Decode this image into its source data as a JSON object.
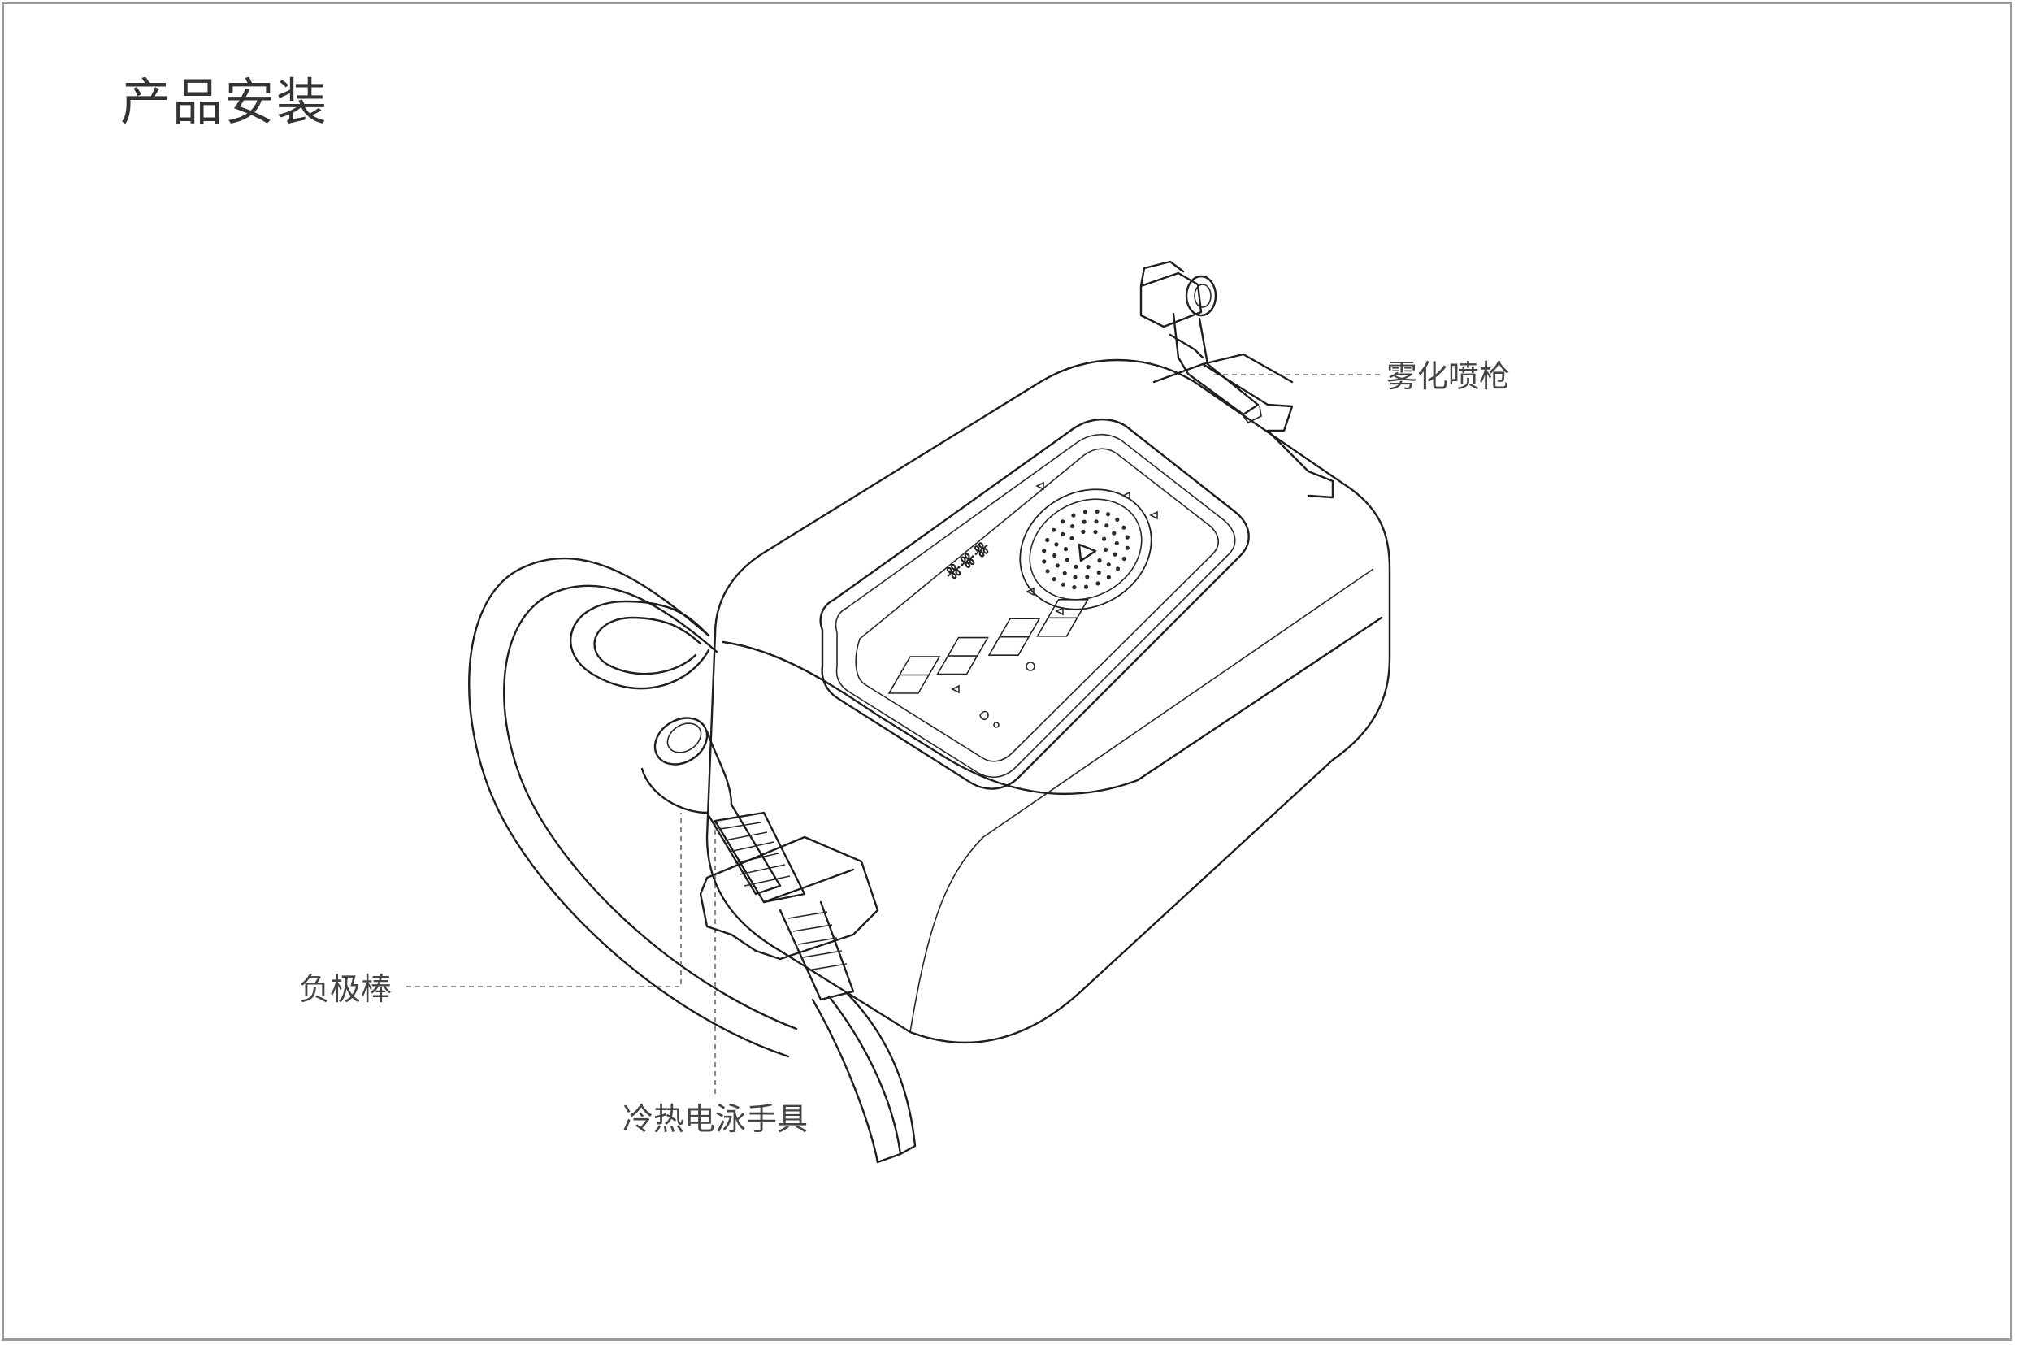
{
  "page": {
    "title": "产品安装"
  },
  "callouts": {
    "spray_gun": "雾化喷枪",
    "negative_rod": "负极棒",
    "hot_cold_handpiece": "冷热电泳手具"
  },
  "device_panel": {
    "brand": "ꗥꗥꗥ"
  },
  "colors": {
    "line": "#1e1e1e",
    "leader": "#6a6a6a",
    "frame": "#9a9a9a"
  }
}
